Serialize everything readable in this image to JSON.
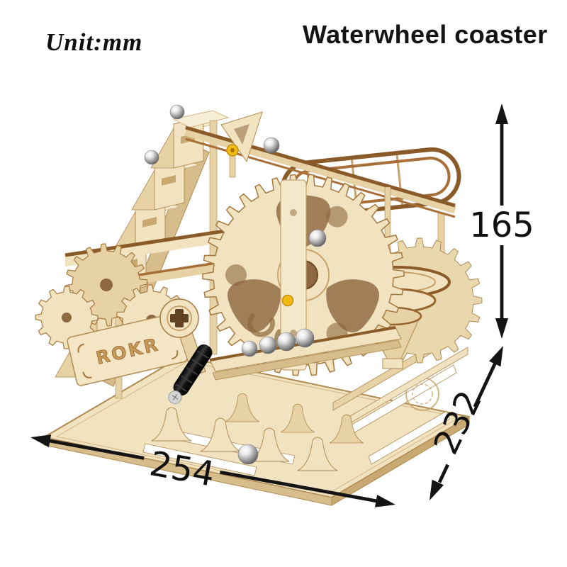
{
  "page": {
    "background": "#ffffff"
  },
  "header": {
    "unit_label": "Unit:mm",
    "title": "Waterwheel coaster"
  },
  "product": {
    "brand": "ROKR"
  },
  "dimensions": {
    "unit": "mm",
    "height": {
      "value": "165",
      "orientation": "vertical"
    },
    "width": {
      "value": "254",
      "orientation": "horizontal"
    },
    "depth": {
      "value": "232",
      "orientation": "diagonal"
    }
  },
  "colors": {
    "wood_light": "#f1e3c0",
    "wood_lighter": "#f7eed6",
    "wood_mid": "#e6d2a4",
    "wood_shadow": "#d8bd8c",
    "wood_deep": "#c9a972",
    "edge_brown": "#8a5a28",
    "edge_lite": "#b08b52",
    "hole_brown": "#8d6840",
    "pin_yellow": "#f2bb16",
    "handle_black": "#1c1c1c",
    "marble_hi": "#ffffff",
    "marble_lo": "#5a5a5a",
    "arrow": "#141414",
    "text": "#111111"
  }
}
